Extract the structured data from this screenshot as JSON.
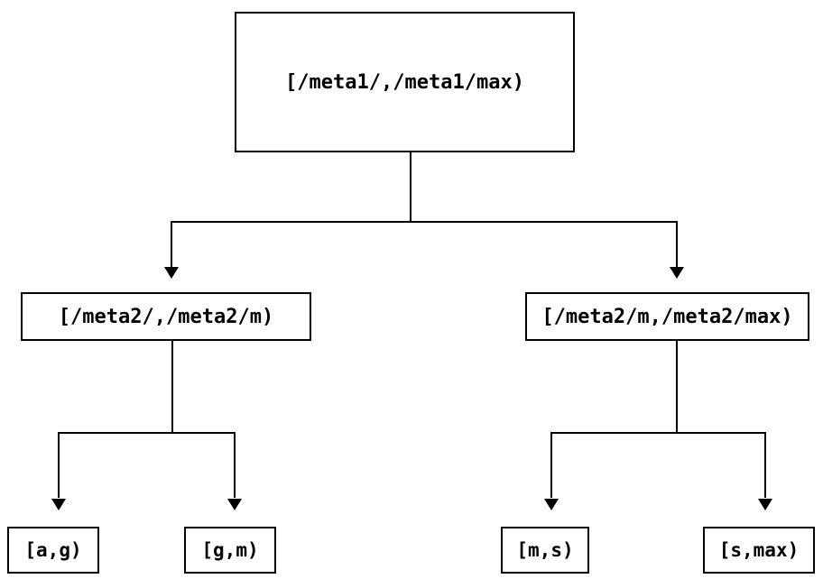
{
  "colors": {
    "background": "#ffffff",
    "line": "#000000",
    "node_border": "#000000",
    "node_fill": "#ffffff",
    "text": "#000000"
  },
  "tree": {
    "root": {
      "label": "[/meta1/,/meta1/max)"
    },
    "level2": [
      {
        "id": "meta2-low",
        "label": "[/meta2/,/meta2/m)",
        "parent": "root"
      },
      {
        "id": "meta2-high",
        "label": "[/meta2/m,/meta2/max)",
        "parent": "root"
      }
    ],
    "leaves": [
      {
        "id": "a-g",
        "label": "[a,g)",
        "parent": "meta2-low"
      },
      {
        "id": "g-m",
        "label": "[g,m)",
        "parent": "meta2-low"
      },
      {
        "id": "m-s",
        "label": "[m,s)",
        "parent": "meta2-high"
      },
      {
        "id": "s-max",
        "label": "[s,max)",
        "parent": "meta2-high"
      }
    ]
  }
}
